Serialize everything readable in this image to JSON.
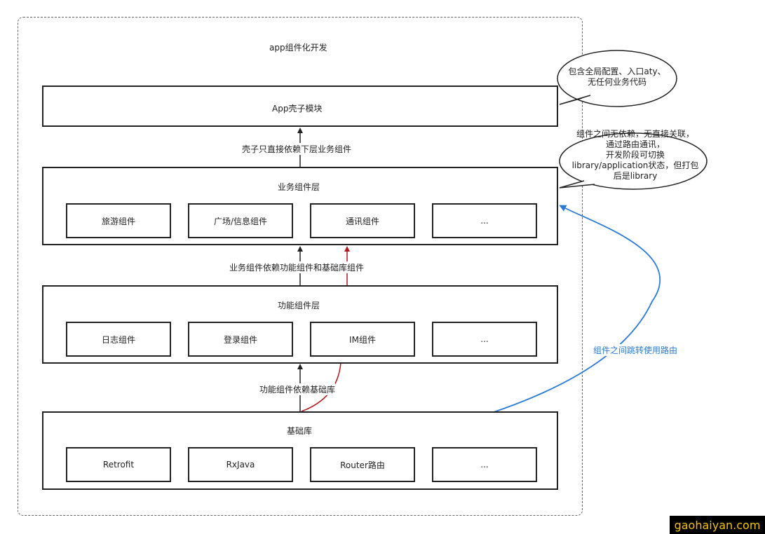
{
  "title": "app组件化开发",
  "layers": {
    "shell": {
      "label": "App壳子模块"
    },
    "business": {
      "label": "业务组件层",
      "boxes": [
        "旅游组件",
        "广场/信息组件",
        "通讯组件",
        "..."
      ]
    },
    "function": {
      "label": "功能组件层",
      "boxes": [
        "日志组件",
        "登录组件",
        "IM组件",
        "..."
      ]
    },
    "base": {
      "label": "基础库",
      "boxes": [
        "Retrofit",
        "RxJava",
        "Router路由",
        "..."
      ]
    }
  },
  "edges": {
    "shell_business": "壳子只直接依赖下层业务组件",
    "business_function": "业务组件依赖功能组件和基础库组件",
    "function_base": "功能组件依赖基础库",
    "router": "组件之间跳转使用路由"
  },
  "callouts": {
    "shell": [
      "包含全局配置、入口aty、",
      "无任何业务代码"
    ],
    "business": [
      "组件之间无依赖，无直接关联，",
      "通过路由通讯，",
      "开发阶段可切换",
      "library/application状态，但打包",
      "后是library"
    ]
  },
  "colors": {
    "router_arrow": "#2b7bd4",
    "dependency_red": "#b0191f",
    "line": "#222222"
  },
  "watermark": "gaohaiyan.com"
}
